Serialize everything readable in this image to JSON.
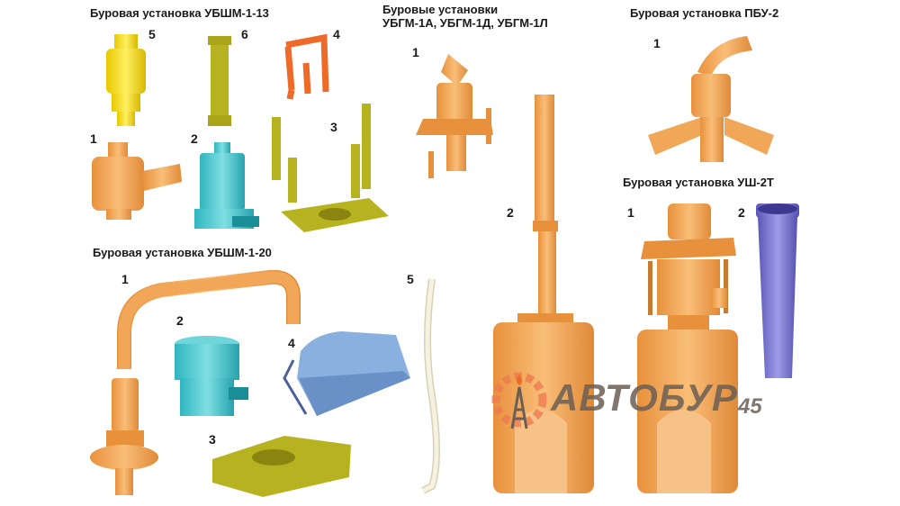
{
  "sections": {
    "ubshm_1_13": {
      "title": "Буровая установка УБШМ-1-13",
      "labels": [
        "5",
        "6",
        "4",
        "1",
        "2",
        "3"
      ]
    },
    "ubgm": {
      "title_line1": "Буровые установки",
      "title_line2": "УБГМ-1А, УБГМ-1Д, УБГМ-1Л",
      "labels": [
        "1",
        "2"
      ]
    },
    "pbu_2": {
      "title": "Буровая установка ПБУ-2",
      "labels": [
        "1"
      ]
    },
    "ush_2t": {
      "title": "Буровая установка УШ-2Т",
      "labels": [
        "1",
        "2"
      ]
    },
    "ubshm_1_20": {
      "title": "Буровая установка УБШМ-1-20",
      "labels": [
        "1",
        "2",
        "4",
        "3",
        "5"
      ]
    }
  },
  "watermark": {
    "text": "АВТОБУР",
    "suffix": "45"
  },
  "colors": {
    "orange": "#f4a95a",
    "yellow": "#f2dc2a",
    "olive": "#b5b020",
    "cyan": "#4cc7cf",
    "red": "#ee6a28",
    "blue": "#8ab0e0",
    "purple": "#7b78d0",
    "cream": "#f2eedc"
  }
}
